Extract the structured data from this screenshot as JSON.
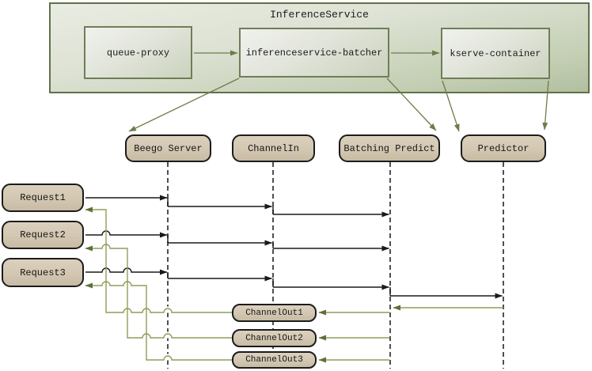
{
  "top": {
    "title": "InferenceService",
    "nodes": [
      {
        "label": "queue-proxy"
      },
      {
        "label": "inferenceservice-batcher"
      },
      {
        "label": "kserve-container"
      }
    ]
  },
  "lifelines": [
    {
      "label": "Beego Server"
    },
    {
      "label": "ChannelIn"
    },
    {
      "label": "Batching Predict"
    },
    {
      "label": "Predictor"
    }
  ],
  "requests": [
    {
      "label": "Request1"
    },
    {
      "label": "Request2"
    },
    {
      "label": "Request3"
    }
  ],
  "channel_outs": [
    {
      "label": "ChannelOut1"
    },
    {
      "label": "ChannelOut2"
    },
    {
      "label": "ChannelOut3"
    }
  ],
  "colors": {
    "outer_box_border": "#5f7149",
    "outer_box_fill_top": "#e9ece2",
    "outer_box_fill_bottom": "#b2bfa0",
    "node_border": "#6e7e57",
    "tan_box_fill": "#d3c7b2",
    "tan_box_border": "#1c1c1c",
    "black_message_line": "#1a1a1a",
    "green_message_line": "#8e9e58",
    "green_arrowhead": "#5e7038",
    "olive_arrow": "#6d7d4a",
    "lifeline_dash": "#3c3c3c"
  }
}
